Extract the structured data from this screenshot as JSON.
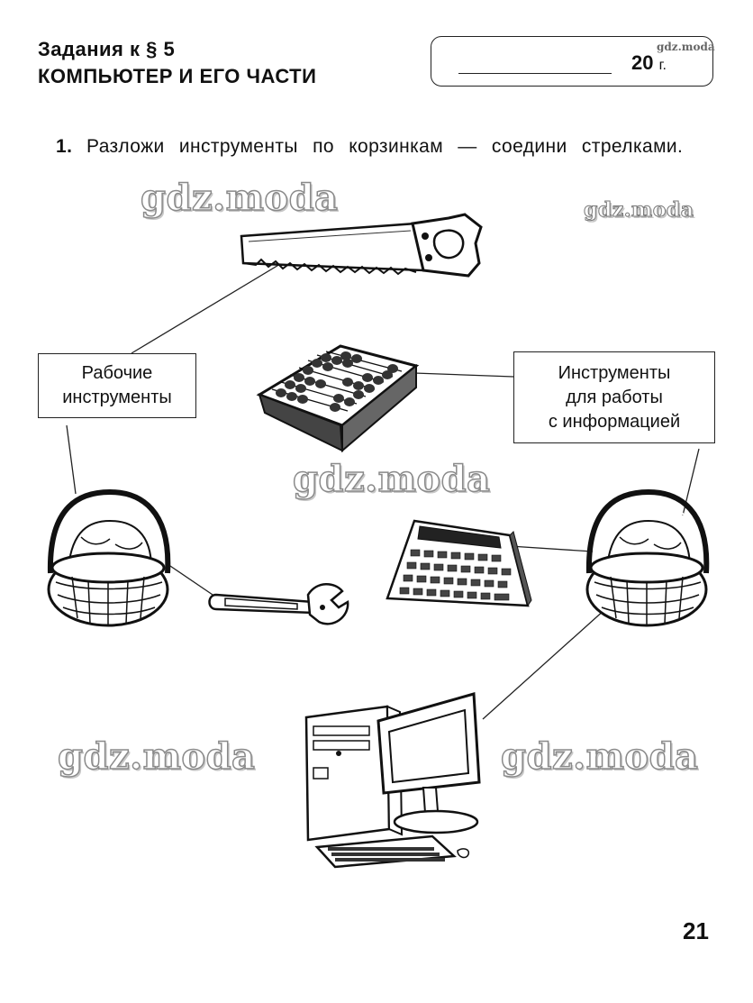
{
  "header": {
    "line1": "Задания к § 5",
    "line2": "КОМПЬЮТЕР И ЕГО ЧАСТИ"
  },
  "date_box": {
    "year_prefix": "20",
    "year_suffix": "г.",
    "watermark": "gdz.moda"
  },
  "task": {
    "number": "1.",
    "text": "Разложи инструменты по корзинкам — соедини стрелками."
  },
  "labels": {
    "work_tools": "Рабочие\nинструменты",
    "info_tools": "Инструменты\nдля работы\nс информацией"
  },
  "items": {
    "saw_icon": "saw-icon",
    "abacus_icon": "abacus-icon",
    "wrench_icon": "wrench-icon",
    "calculator_icon": "calculator-icon",
    "computer_icon": "computer-icon",
    "basket_icon": "basket-icon"
  },
  "watermarks": [
    "gdz.moda",
    "gdz.moda",
    "gdz.moda",
    "gdz.moda",
    "gdz.moda"
  ],
  "page_number": "21"
}
